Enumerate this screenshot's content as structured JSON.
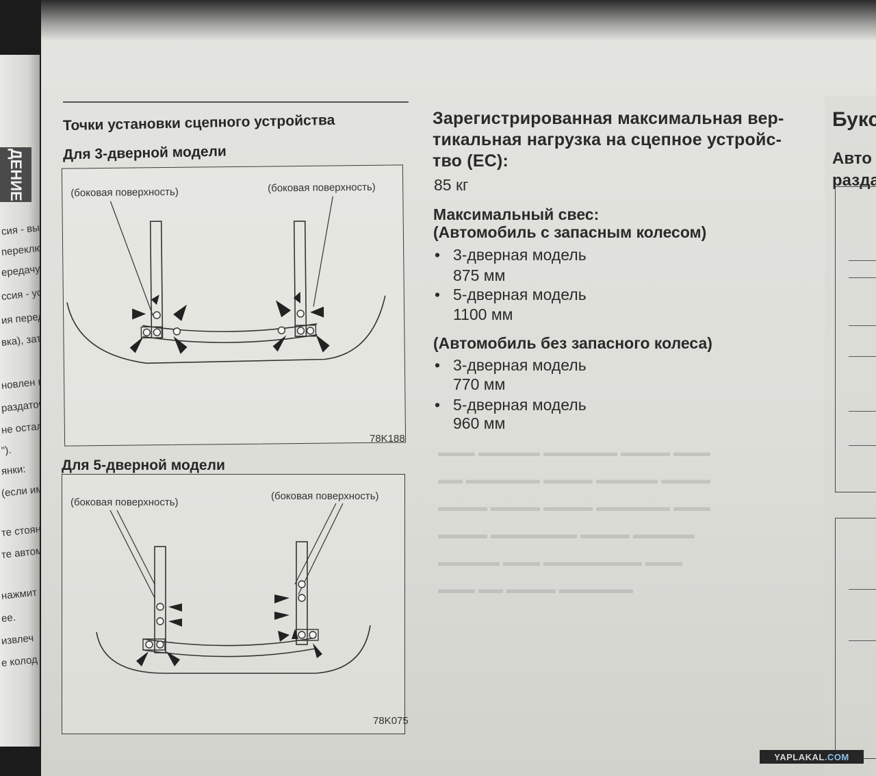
{
  "left_page": {
    "tab": "ДЕНИЕ",
    "fragments": [
      "сия - выклю",
      "переключ",
      "ередачу.",
      "ссия - уста",
      "ия передач",
      "вка),  зат",
      "новлен пер",
      "раздаточ",
      "не остался",
      "\").",
      "янки:",
      "(если им",
      "те стоянк",
      "те автом",
      "нажмит",
      "ее.",
      "извлеч",
      "е колод"
    ]
  },
  "left_column": {
    "section_title": "Точки установки сцепного устройства",
    "fig1": {
      "title": "Для 3-дверной модели",
      "left_callout": "(боковая поверхность)",
      "right_callout": "(боковая поверхность)",
      "code": "78K188"
    },
    "fig2": {
      "title": "Для 5-дверной модели",
      "left_callout": "(боковая поверхность)",
      "right_callout": "(боковая поверхность)",
      "code": "78K075"
    }
  },
  "right_column": {
    "load_title": "Зарегистрированная максимальная вер-тикальная нагрузка на сцепное устройс-тво (ЕС):",
    "load_line1": "Зарегистрированная максимальная вер-",
    "load_line2": "тикальная нагрузка на сцепное устройс-",
    "load_line3": "тво (ЕС):",
    "load_value": "85 кг",
    "overhang_title": "Максимальный свес:",
    "with_spare_title": "(Автомобиль с запасным колесом)",
    "with_spare": [
      {
        "model": "3-дверная модель",
        "value": "875 мм"
      },
      {
        "model": "5-дверная модель",
        "value": "1100 мм"
      }
    ],
    "without_spare_title": "(Автомобиль без запасного колеса)",
    "without_spare": [
      {
        "model": "3-дверная модель",
        "value": "770 мм"
      },
      {
        "model": "5-дверная модель",
        "value": "960 мм"
      }
    ],
    "bullet_char": "•"
  },
  "next_page": {
    "heading": "Букс",
    "subheading": "Авто\nразда"
  },
  "watermark": {
    "prefix": "YAPLAKAL",
    "suffix": ".COM"
  }
}
